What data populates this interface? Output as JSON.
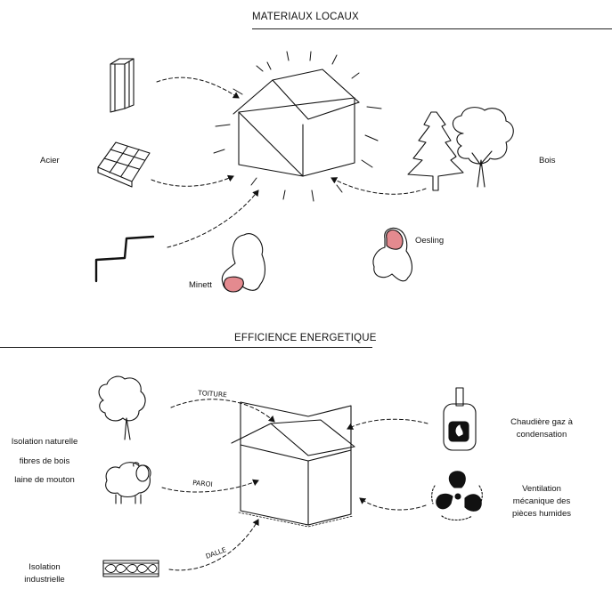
{
  "sections": {
    "materials": {
      "title": "MATERIAUX LOCAUX",
      "labels": {
        "steel": "Acier",
        "wood": "Bois",
        "minett": "Minett",
        "oesling": "Oesling"
      }
    },
    "energy": {
      "title": "EFFICIENCE ENERGETIQUE",
      "labels": {
        "natural_insulation": "Isolation naturelle",
        "wood_fibres": "fibres de bois",
        "sheep_wool": "laine de mouton",
        "industrial_insulation_1": "Isolation",
        "industrial_insulation_2": "industrielle",
        "boiler_1": "Chaudière gaz à",
        "boiler_2": "condensation",
        "ventilation_1": "Ventilation",
        "ventilation_2": "mécanique des",
        "ventilation_3": "pièces humides",
        "arrow_roof": "TOITURE",
        "arrow_wall": "PAROI",
        "arrow_slab": "DALLE"
      }
    }
  },
  "colors": {
    "ink": "#111111",
    "accent_red": "#e48a8f"
  }
}
